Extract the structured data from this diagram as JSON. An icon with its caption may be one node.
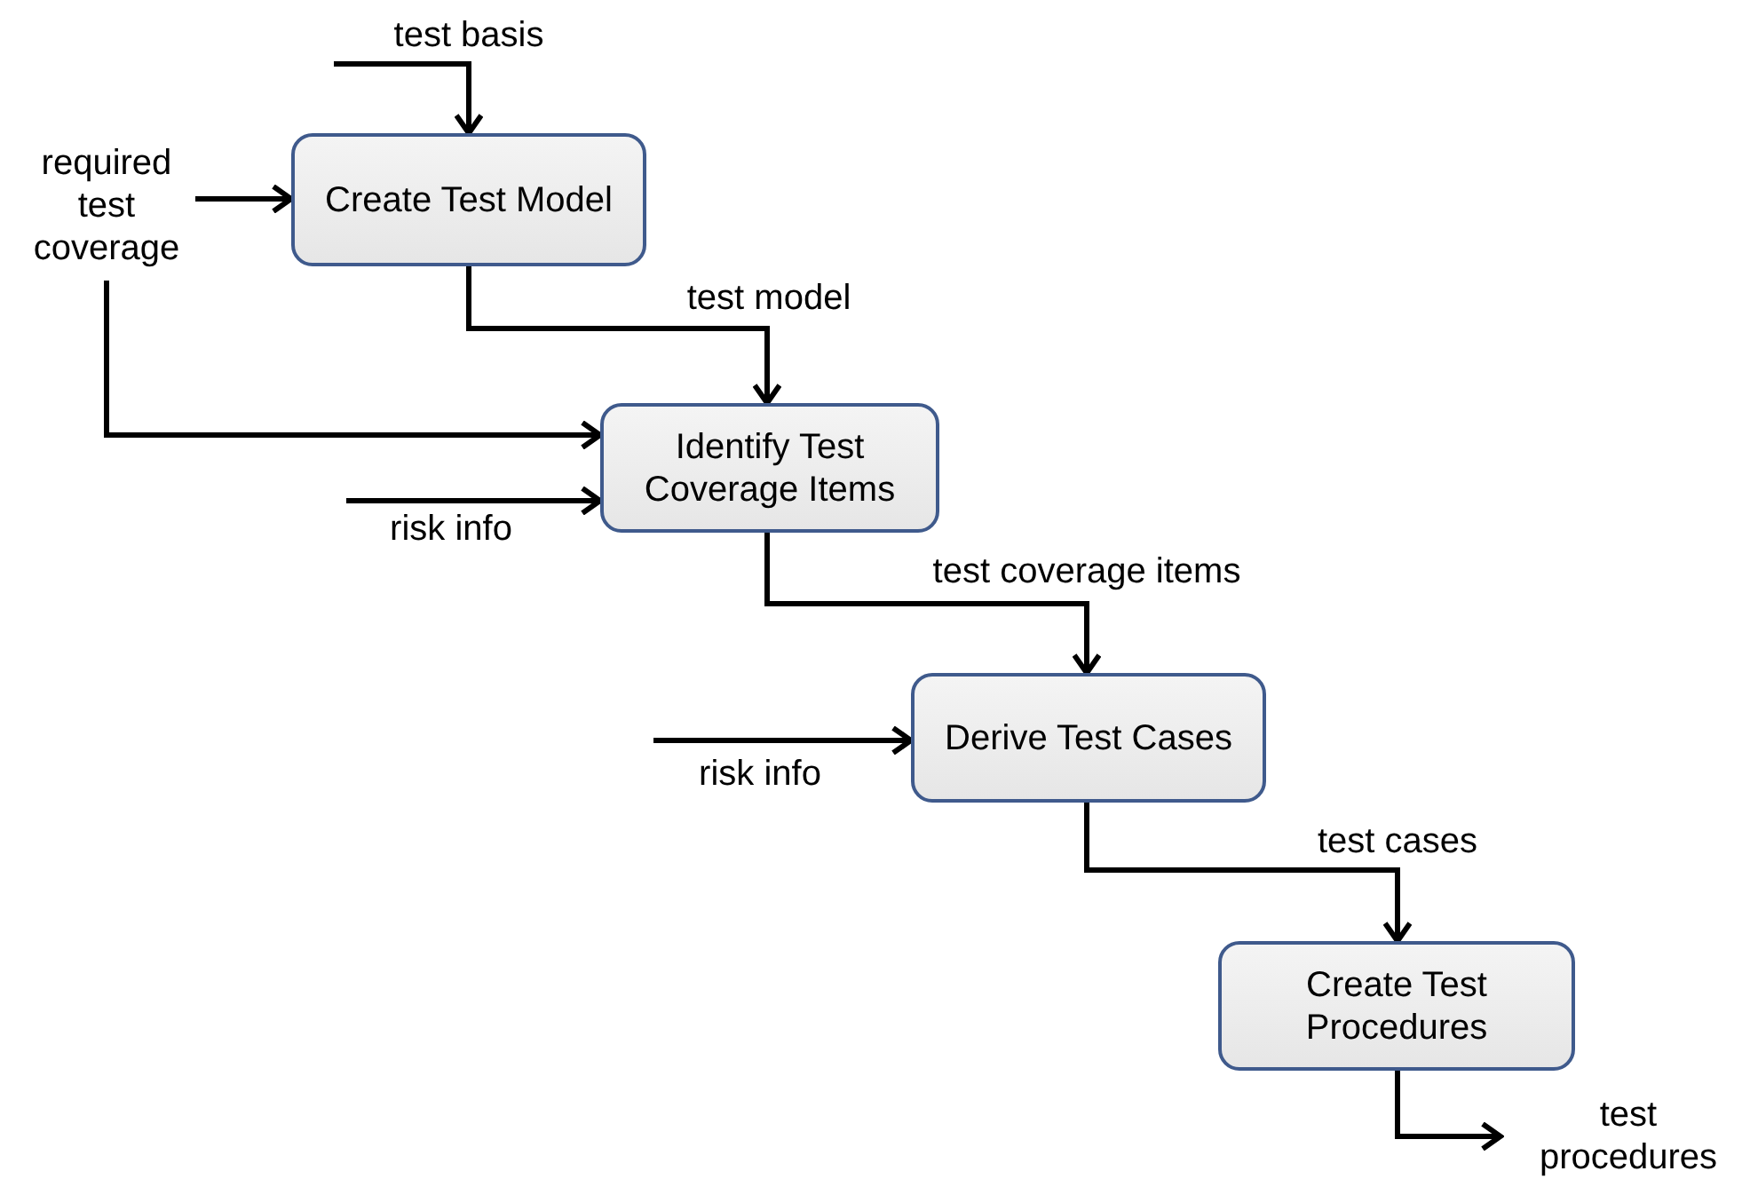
{
  "diagram": {
    "nodes": [
      {
        "text": [
          "required test coverage"
        ]
      },
      {
        "text": [
          "Create Test Model"
        ]
      },
      {
        "text": [
          "Identify Test Coverage Items"
        ]
      },
      {
        "text": [
          "Derive Test Cases"
        ]
      },
      {
        "text": [
          "Create Test Procedures"
        ]
      }
    ],
    "edges": [
      {
        "from": null,
        "to": 1,
        "arrow": "to",
        "label": "test basis"
      },
      {
        "from": 0,
        "to": 1,
        "arrow": "to"
      },
      {
        "from": 0,
        "to": 2,
        "arrow": "to"
      },
      {
        "from": 1,
        "to": 2,
        "arrow": "to",
        "label": "test model"
      },
      {
        "from": null,
        "to": 2,
        "arrow": "to",
        "label": "risk info"
      },
      {
        "from": 2,
        "to": 3,
        "arrow": "to",
        "label": "test coverage items"
      },
      {
        "from": null,
        "to": 3,
        "arrow": "to",
        "label": "risk info"
      },
      {
        "from": 3,
        "to": 4,
        "arrow": "to",
        "label": "test cases"
      },
      {
        "from": 4,
        "to": null,
        "arrow": "to",
        "label": "test procedures"
      }
    ]
  }
}
